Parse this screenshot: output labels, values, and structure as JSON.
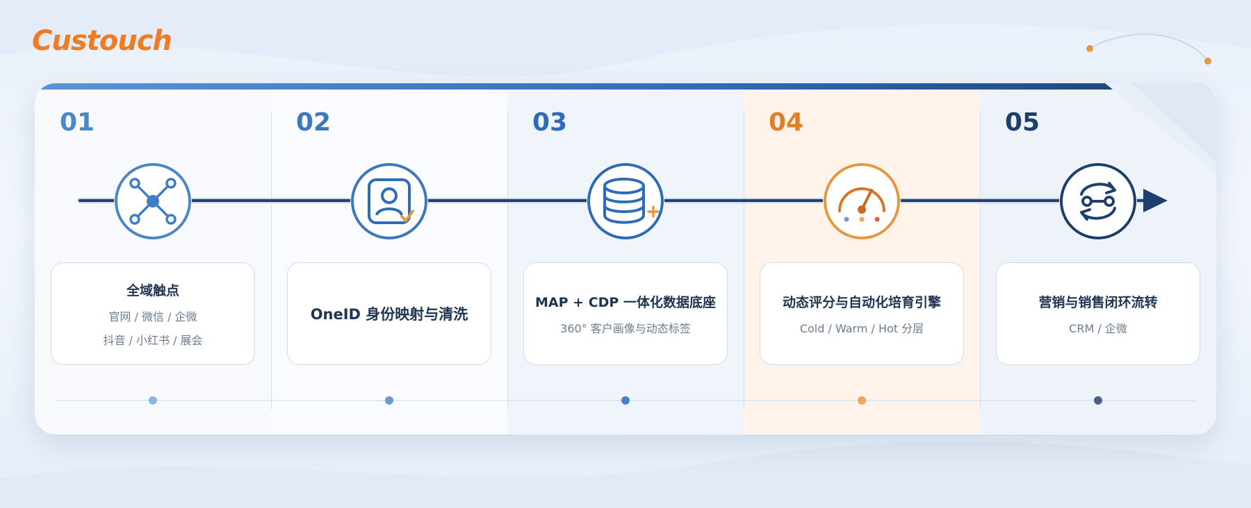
{
  "brand": {
    "logo_text": "Custouch",
    "logo_color": "#f07c22"
  },
  "colors": {
    "step1": "#4a86c8",
    "step2": "#3a78c0",
    "step3": "#2e6bb8",
    "step4": "#e07f2a",
    "step5": "#1d3f6e",
    "line": "#23406a",
    "accent_orange": "#e8963f"
  },
  "steps": [
    {
      "number": "01",
      "icon": "network-nodes-icon",
      "title": "全域触点",
      "lines": [
        "官网 / 微信 / 企微",
        "抖音 / 小红书 / 展会"
      ]
    },
    {
      "number": "02",
      "icon": "user-id-check-icon",
      "title": "OneID 身份映射与清洗",
      "lines": []
    },
    {
      "number": "03",
      "icon": "database-plus-icon",
      "title": "MAP + CDP 一体化数据底座",
      "lines": [
        "360° 客户画像与动态标签"
      ]
    },
    {
      "number": "04",
      "icon": "gauge-score-icon",
      "title": "动态评分与自动化培育引擎",
      "lines": [
        "Cold / Warm / Hot 分层"
      ]
    },
    {
      "number": "05",
      "icon": "sync-loop-icon",
      "title": "营销与销售闭环流转",
      "lines": [
        "CRM / 企微"
      ]
    }
  ]
}
